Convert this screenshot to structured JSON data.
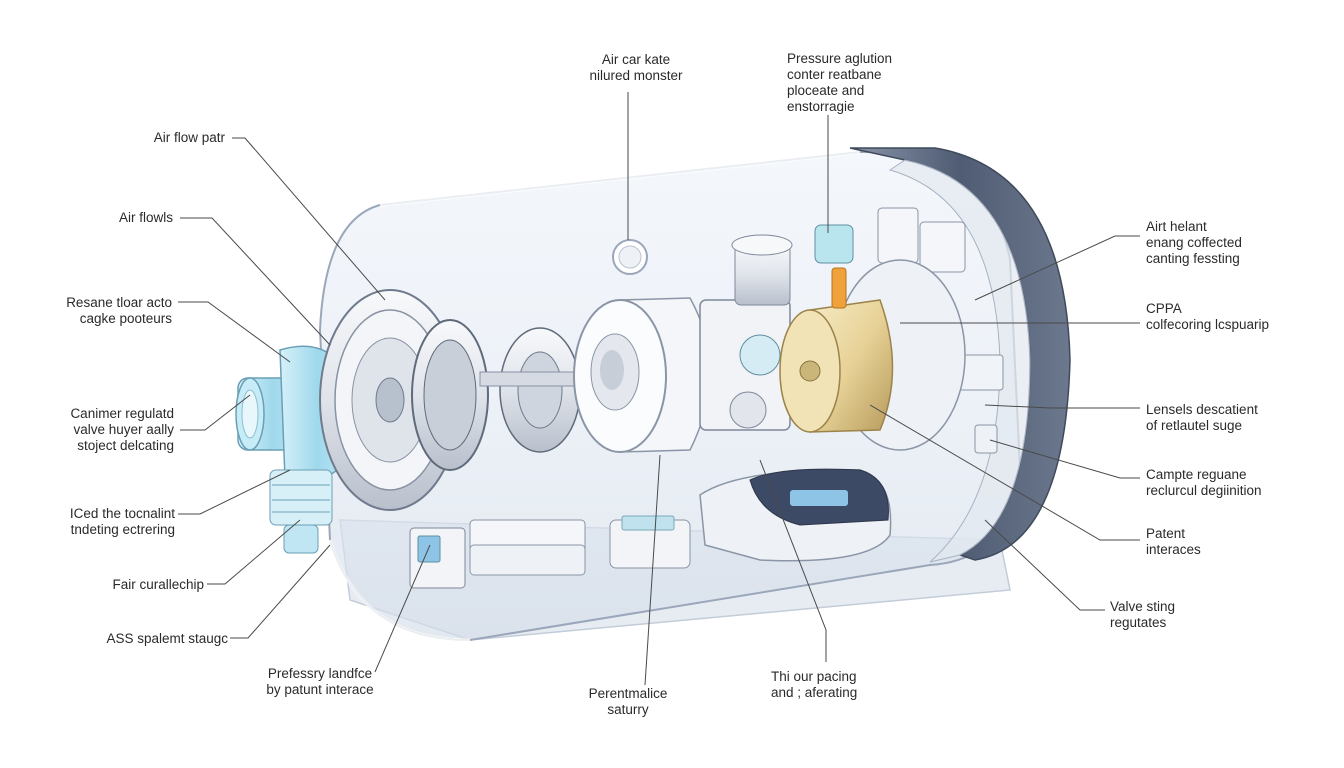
{
  "labels": {
    "top_center": [
      "Air car kate",
      "nilured monster"
    ],
    "top_right": [
      "Pressure aglution",
      "conter reatbane",
      "ploceate and",
      "enstorragie"
    ],
    "left_1": [
      "Air flow patr"
    ],
    "left_2": [
      "Air flowls"
    ],
    "left_3": [
      "Resane tloar acto",
      "cagke pooteurs"
    ],
    "left_4": [
      "Canimer regulatd",
      "valve huyer aally",
      "stoject delcating"
    ],
    "left_5": [
      "ICed the tocnalint",
      "tndeting ectrering"
    ],
    "left_6": [
      "Fair curallechip"
    ],
    "left_7": [
      "ASS spalemt staugc"
    ],
    "bottom_1": [
      "Prefessry landfce",
      "by patunt interace"
    ],
    "bottom_2": [
      "Perentmalice",
      "saturry"
    ],
    "bottom_3": [
      "Thi our pacing",
      "and ; aferating"
    ],
    "right_1": [
      "Airt helant",
      "enang coffected",
      "canting fessting"
    ],
    "right_2": [
      "CPPA",
      "colfecoring lcspuarip"
    ],
    "right_3": [
      "Lensels descatient",
      "of retlautel suge"
    ],
    "right_4": [
      "Campte reguane",
      "reclurcul degiinition"
    ],
    "right_5": [
      "Patent",
      "interaces"
    ],
    "right_6": [
      "Valve sting",
      "regutates"
    ]
  },
  "colors": {
    "housing": "#c9d2e0",
    "end_cap": "#5d6b82",
    "inlet": "#aee3f2",
    "motor_brass": "#e6d29a",
    "sensor_orange": "#f0a23a",
    "leader_line": "#4a4a4a"
  }
}
